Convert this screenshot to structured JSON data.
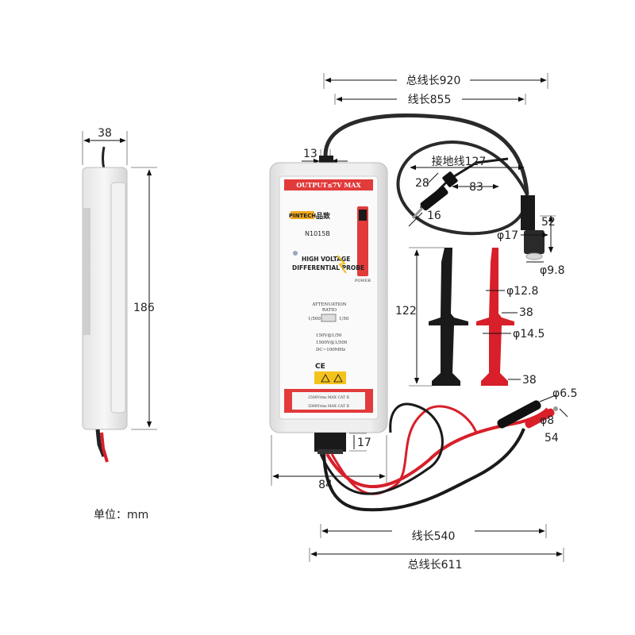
{
  "dimensions": {
    "total_cable_top": "总线长920",
    "cable_top": "线长855",
    "side_width": "38",
    "side_height": "186",
    "cable_neck": "13",
    "ground_lead": "接地线127",
    "ground_28": "28",
    "ground_83": "83",
    "ground_16": "16",
    "bnc_52": "52",
    "bnc_phi17": "φ17",
    "bnc_phi98": "φ9.8",
    "hook_122": "122",
    "hook_phi128": "φ12.8",
    "hook_38a": "38",
    "hook_phi145": "φ14.5",
    "hook_38b": "38",
    "banana_phi65": "φ6.5",
    "banana_phi8": "φ8",
    "banana_54": "54",
    "neck_17": "17",
    "body_width": "84",
    "cable_bottom": "线长540",
    "total_cable_bottom": "总线长611"
  },
  "unit_label": "单位：mm",
  "probe": {
    "output_banner": "OUTPUT≤7V MAX",
    "brand_logo": "PINTECH",
    "brand_cn": "品致",
    "model": "N1015B",
    "title_line1": "HIGH VOLTAGE",
    "title_line2": "DIFFERENTIAL PROBE",
    "power_label": "POWER",
    "attenuation_label": "ATTENUATION",
    "ratio_label": "RATIO",
    "ratio_left": "1/500",
    "ratio_right": "1/50",
    "spec1": "150V@1/50",
    "spec2": "1500V@1/500",
    "spec3": "DC~100MHz",
    "ce_mark": "CE",
    "bottom_line1": "2500Vrms MAX CAT II",
    "bottom_line2": "5000Vrms MAX CAT II"
  },
  "colors": {
    "probe_red": "#e23b3b",
    "body_gray": "#e9e9e9",
    "clip_red": "#d81f2a",
    "clip_black": "#1a1a1a"
  }
}
